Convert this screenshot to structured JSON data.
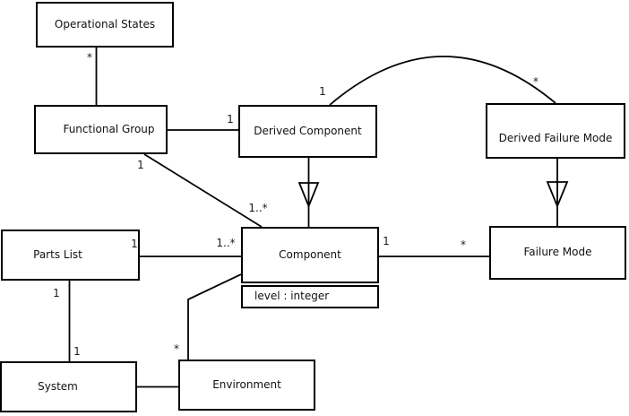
{
  "diagram": {
    "kind": "uml-class-diagram",
    "background_color": "#ffffff",
    "line_color": "#000000",
    "text_color": "#111111"
  },
  "classes": {
    "operational_states": {
      "name": "Operational States"
    },
    "functional_group": {
      "name": "Functional Group"
    },
    "derived_component": {
      "name": "Derived Component"
    },
    "derived_failure_mode": {
      "name": "Derived Failure Mode"
    },
    "parts_list": {
      "name": "Parts List"
    },
    "component": {
      "name": "Component",
      "attribute": "level : integer"
    },
    "failure_mode": {
      "name": "Failure Mode"
    },
    "system": {
      "name": "System"
    },
    "environment": {
      "name": "Environment"
    }
  },
  "multiplicities": {
    "opstates_fg_star": "*",
    "fg_dc_one": "1",
    "fg_comp_one": "1",
    "fg_comp_many": "1..*",
    "dc_arc_one": "1",
    "dfm_arc_star": "*",
    "pl_comp_one": "1",
    "pl_comp_many": "1..*",
    "comp_fm_one": "1",
    "comp_fm_star": "*",
    "pl_sys_top_one": "1",
    "pl_sys_bottom_one": "1",
    "comp_env_star": "*"
  },
  "relationships": [
    {
      "from": "Functional Group",
      "to": "Operational States",
      "type": "association",
      "to_multiplicity": "*"
    },
    {
      "from": "Functional Group",
      "to": "Derived Component",
      "type": "association",
      "to_multiplicity": "1"
    },
    {
      "from": "Functional Group",
      "to": "Component",
      "type": "association",
      "from_multiplicity": "1",
      "to_multiplicity": "1..*"
    },
    {
      "from": "Derived Component",
      "to": "Derived Failure Mode",
      "type": "association (arc)",
      "from_multiplicity": "1",
      "to_multiplicity": "*"
    },
    {
      "from": "Derived Component",
      "to": "Component",
      "type": "generalization"
    },
    {
      "from": "Derived Failure Mode",
      "to": "Failure Mode",
      "type": "generalization"
    },
    {
      "from": "Parts List",
      "to": "Component",
      "type": "association",
      "from_multiplicity": "1",
      "to_multiplicity": "1..*"
    },
    {
      "from": "Component",
      "to": "Failure Mode",
      "type": "association",
      "from_multiplicity": "1",
      "to_multiplicity": "*"
    },
    {
      "from": "Parts List",
      "to": "System",
      "type": "association",
      "from_multiplicity": "1",
      "to_multiplicity": "1"
    },
    {
      "from": "Component",
      "to": "Environment",
      "type": "association",
      "to_multiplicity": "*"
    },
    {
      "from": "System",
      "to": "Environment",
      "type": "association"
    }
  ]
}
